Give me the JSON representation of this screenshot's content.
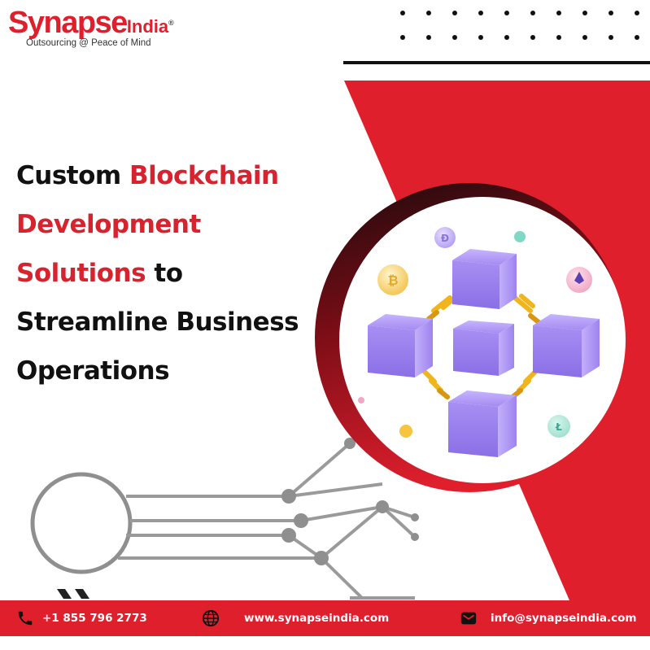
{
  "brand": {
    "name_main": "Synapse",
    "name_suffix": "India",
    "registered": "®",
    "tagline": "Outsourcing @ Peace of Mind"
  },
  "headline": {
    "line1": {
      "black": "Custom ",
      "red": "Blockchain"
    },
    "line2": {
      "red": "Development"
    },
    "line3": {
      "red": "Solutions",
      "black": " to"
    },
    "line4": {
      "black": "Streamline Business"
    },
    "line5": {
      "black": "Operations"
    }
  },
  "contact": {
    "phone": "+1 855 796 2773",
    "website": "www.synapseindia.com",
    "email": "info@synapseindia.com"
  },
  "icons": {
    "phone": "phone-icon",
    "web": "globe-icon",
    "email": "mail-icon"
  },
  "colors": {
    "brand_red": "#e01f2d",
    "cube_purple": "#a98ef2",
    "chain_gold": "#f2b51c"
  }
}
